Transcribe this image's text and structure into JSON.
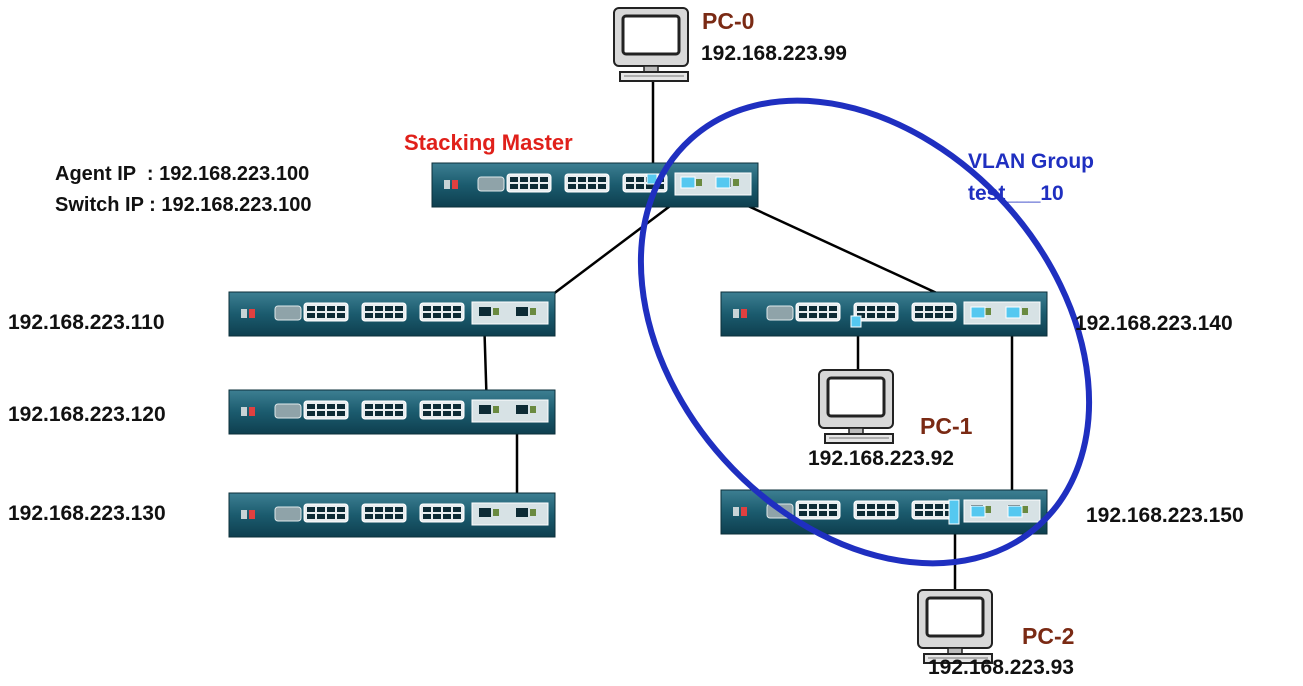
{
  "colors": {
    "pc_label": "#7a2a14",
    "master_label": "#e0201a",
    "vlan": "#1f2fc0",
    "ip_text": "#111111",
    "switch_body": "#1b5b6e",
    "port_highlight": "#55c8f0",
    "link": "#000000"
  },
  "master": {
    "title": "Stacking Master",
    "agent_ip_label": "Agent IP  : 192.168.223.100",
    "switch_ip_label": "Switch IP : 192.168.223.100"
  },
  "vlan": {
    "line1": "VLAN Group",
    "line2": "test___10"
  },
  "pcs": [
    {
      "name": "PC-0",
      "ip": "192.168.223.99"
    },
    {
      "name": "PC-1",
      "ip": "192.168.223.92"
    },
    {
      "name": "PC-2",
      "ip": "192.168.223.93"
    }
  ],
  "switches": [
    {
      "ip": "192.168.223.110"
    },
    {
      "ip": "192.168.223.120"
    },
    {
      "ip": "192.168.223.130"
    },
    {
      "ip": "192.168.223.140"
    },
    {
      "ip": "192.168.223.150"
    }
  ]
}
